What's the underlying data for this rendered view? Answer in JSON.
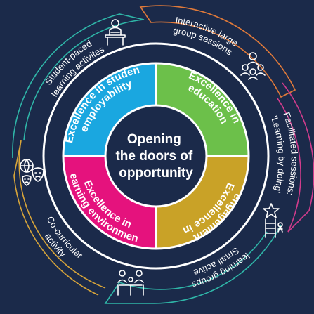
{
  "center": {
    "lines": [
      "Opening",
      "the doors of",
      "opportunity"
    ]
  },
  "quadrants": [
    {
      "lines": [
        "Excellence in student",
        "employability"
      ],
      "color": "#1aa7e0"
    },
    {
      "lines": [
        "Excellence in",
        "education"
      ],
      "color": "#6cc04a"
    },
    {
      "lines": [
        "Excellence in",
        "engagement"
      ],
      "color": "#c9a227"
    },
    {
      "lines": [
        "Excellence in",
        "learning environment"
      ],
      "color": "#e5127d"
    }
  ],
  "segments": [
    {
      "lines": [
        "Interactive large",
        "group sessions"
      ],
      "icon": "presentation-group-icon"
    },
    {
      "lines": [
        "Facilitated sessions:",
        "'Learning by doing'"
      ],
      "icon": "ladder-star-icon"
    },
    {
      "lines": [
        "Small active",
        "learning groups"
      ],
      "icon": "small-group-table-icon"
    },
    {
      "lines": [
        "Co-curricular",
        "activity"
      ],
      "icon": "theatre-masks-ball-icon"
    },
    {
      "lines": [
        "Student-paced",
        "learning activites"
      ],
      "icon": "desk-study-icon"
    }
  ],
  "colors": {
    "background": "#1b2a4a",
    "ring": "#ffffff",
    "hub": "#1b2a4a",
    "text": "#ffffff",
    "outline_interactive": "#e07a3a",
    "outline_facilitated": "#d03c8c",
    "outline_small_groups": "#2fb6a8",
    "outline_cocurricular": "#d8a53a",
    "outline_student_paced": "#2fb6a8"
  }
}
